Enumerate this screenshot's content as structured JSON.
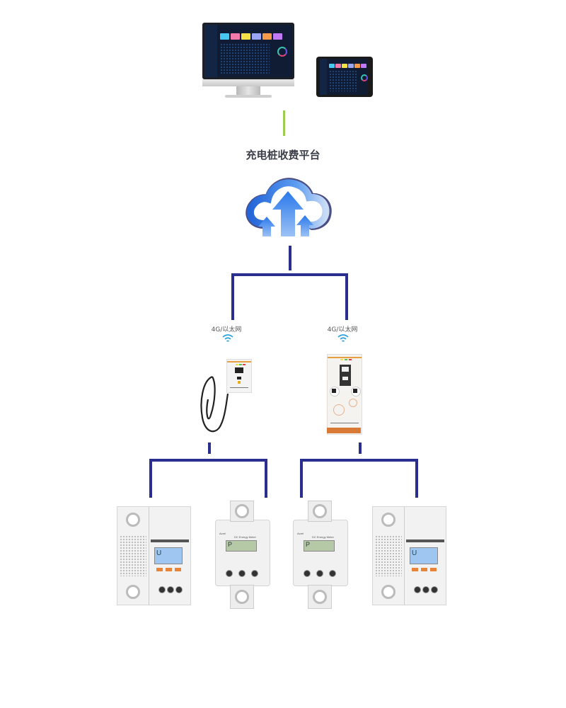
{
  "diagram": {
    "platform_label": "充电桩收费平台",
    "network_labels": [
      "4G/以太网",
      "4G/以太网"
    ],
    "icons": {
      "monitor": "desktop-monitor-icon",
      "tablet": "tablet-icon",
      "cloud": "cloud-upload-icon",
      "wifi": "wifi-icon",
      "ac_charger": "wall-charger-icon",
      "dc_charger": "dc-charging-pile-icon",
      "meter_din": "din-rail-energy-meter-icon",
      "meter_dc": "dc-energy-meter-icon"
    },
    "colors": {
      "connector_line": "#2a2f8f",
      "top_link": "#9acd52",
      "cloud_blue": "#2f7fe6",
      "pile_accent": "#d87a36"
    },
    "meter_texts": {
      "dc_meter_title": "DC Energy Meter",
      "brand": "Acrel",
      "din_display": "U",
      "dc_display": "P"
    }
  }
}
